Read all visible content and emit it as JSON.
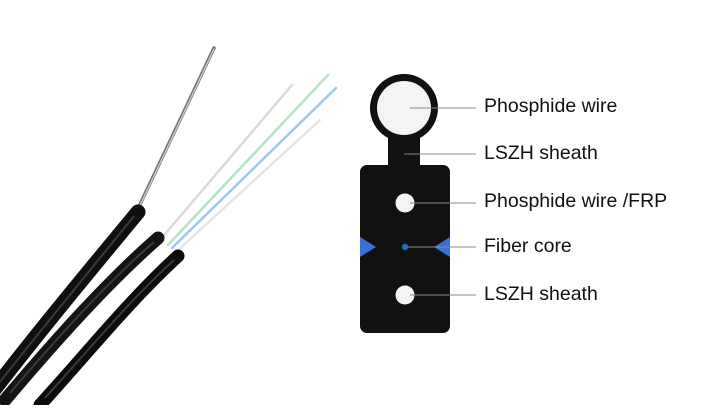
{
  "title": "",
  "colors": {
    "sheath": "#111111",
    "wire": "#f2f2f2",
    "fiber_core": "#1d6fbf",
    "markers": "#3a6fd8",
    "leader": "#888888",
    "label_text": "#111111"
  },
  "labels": {
    "phosphide_wire": "Phosphide wire",
    "lszh_sheath_top": "LSZH sheath",
    "phosphide_wire_frp": "Phosphide wire /FRP",
    "fiber_core": "Fiber core",
    "lszh_sheath_bottom": "LSZH sheath"
  },
  "photo": {
    "subject": "drop cable with fanned-out fibers",
    "fiber_colors": [
      "#d7d7d7",
      "#b7e3c0",
      "#9bc9e8",
      "#e7e7e7"
    ]
  }
}
